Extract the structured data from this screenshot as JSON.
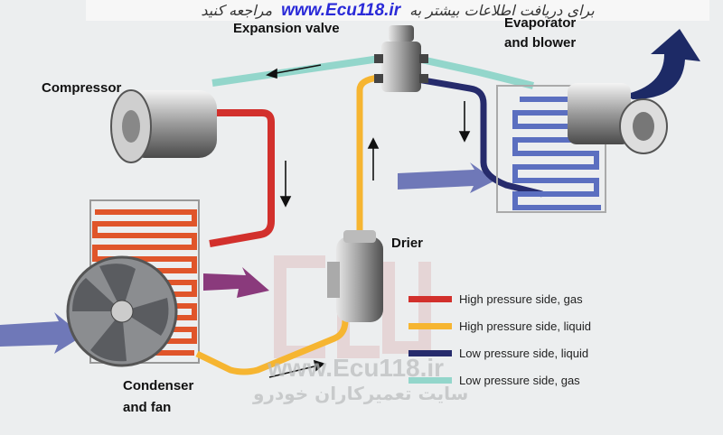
{
  "banner": {
    "prefix": "برای دریافت اطلاعات بیشتر به",
    "url": "www.Ecu118.ir",
    "suffix": "مراجعه کنید"
  },
  "labels": {
    "expansion_valve": "Expansion valve",
    "evaporator_line1": "Evaporator",
    "evaporator_line2": "and blower",
    "compressor": "Compressor",
    "drier": "Drier",
    "condenser_line1": "Condenser",
    "condenser_line2": "and fan"
  },
  "legend": [
    {
      "label": "High pressure side, gas",
      "color": "#d2302c"
    },
    {
      "label": "High pressure side, liquid",
      "color": "#f6b531"
    },
    {
      "label": "Low pressure side, liquid",
      "color": "#262b6c"
    },
    {
      "label": "Low pressure side, gas",
      "color": "#93d6cb"
    }
  ],
  "watermark": {
    "logo": "ECU",
    "url": "www.Ecu118.ir",
    "tagline": "سایت تعمیرکاران خودرو"
  }
}
